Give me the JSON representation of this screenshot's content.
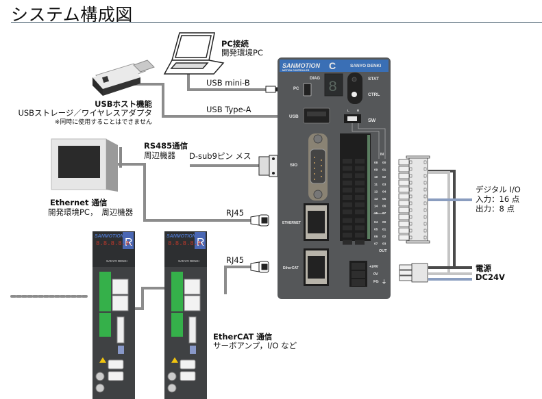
{
  "title": "システム構成図",
  "colors": {
    "cable_gray": "#8c8c8c",
    "cable_dark": "#4a4a4a",
    "cable_light": "#c4c4c4",
    "cable_blue": "#8a9dbf",
    "controller_body": "#555759",
    "controller_header": "#3a6fb5",
    "title_rule": "#4a6070"
  },
  "controller": {
    "brand": "SANMOTION",
    "model": "C",
    "subtitle": "MOTION CONTROLLER",
    "maker": "SANYO DENKI",
    "ports": {
      "diag": "DIAG",
      "pc": "PC",
      "stat": "STAT",
      "ctrl": "CTRL",
      "usb": "USB",
      "sw": "SW",
      "sw_l": "L",
      "sw_r": "R",
      "sio": "SIO",
      "ethernet": "ETHERNET",
      "ethercat": "EtherCAT",
      "in": "IN",
      "out": "OUT",
      "p24v": "+24V",
      "p0v": "0V",
      "fg": "FG"
    },
    "io_rows": [
      [
        "08",
        "00"
      ],
      [
        "09",
        "01"
      ],
      [
        "10",
        "02"
      ],
      [
        "11",
        "03"
      ],
      [
        "12",
        "04"
      ],
      [
        "13",
        "05"
      ],
      [
        "14",
        "06"
      ],
      [
        "15",
        "07"
      ],
      [
        "04",
        "00"
      ],
      [
        "05",
        "01"
      ],
      [
        "06",
        "02"
      ],
      [
        "07",
        "03"
      ]
    ]
  },
  "labels": {
    "pc": {
      "title": "PC接続",
      "sub": "開発環境PC"
    },
    "usb_mini": "USB mini-B",
    "usb_type_a": "USB Type-A",
    "usb_host": {
      "title": "USBホスト機能",
      "sub": "USBストレージ／ワイヤレスアダプタ",
      "note": "※同時に使用することはできません"
    },
    "rs485": {
      "title": "RS485通信",
      "sub": "周辺機器"
    },
    "dsub": "D-sub9ピン メス",
    "ethernet": {
      "title": "Ethernet 通信",
      "sub": "開発環境PC，　周辺機器"
    },
    "rj45_1": "RJ45",
    "rj45_2": "RJ45",
    "digital_io": {
      "title": "デジタル I/O",
      "in": "入力：16 点",
      "out": "出力：8 点"
    },
    "power": {
      "title": "電源",
      "sub": "DC24V"
    },
    "ethercat": {
      "title": "EtherCAT 通信",
      "sub": "サーボアンプ，I/O など"
    }
  },
  "servo_amps": [
    {
      "brand": "SANMOTION",
      "model": "R",
      "display": "8.8.8.8.8.",
      "maker": "SANYO DENKI"
    },
    {
      "brand": "SANMOTION",
      "model": "R",
      "display": "8.8.8.8.8.",
      "maker": "SANYO DENKI"
    }
  ]
}
